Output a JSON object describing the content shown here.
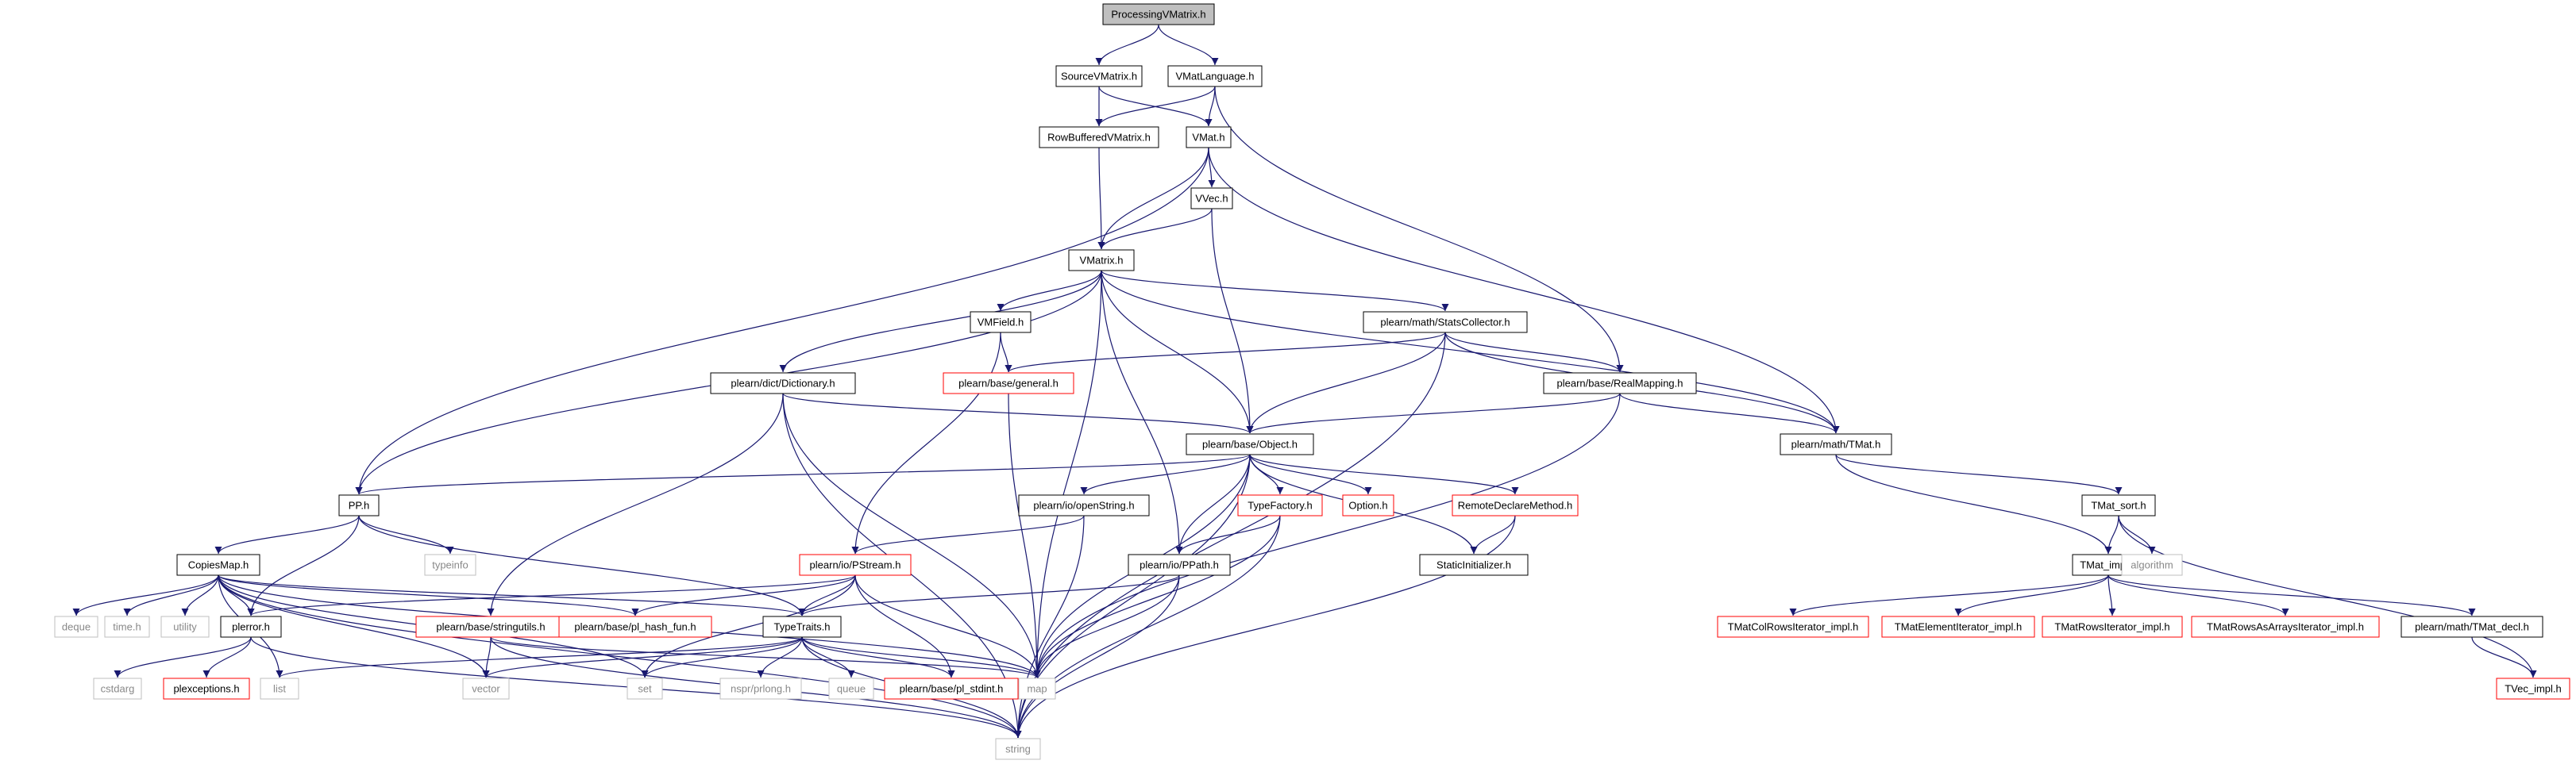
{
  "colors": {
    "edge": "#191970",
    "border_normal": "#000000",
    "border_truncated": "#ff0000",
    "border_external": "#bfbfbf",
    "root_fill": "#bfbfbf",
    "fill": "#ffffff",
    "text": "#000000",
    "text_external": "#888888"
  },
  "nodes": [
    {
      "id": "ProcessingVMatrix",
      "label": "ProcessingVMatrix.h",
      "kind": "root"
    },
    {
      "id": "SourceVMatrix",
      "label": "SourceVMatrix.h",
      "kind": "normal"
    },
    {
      "id": "VMatLanguage",
      "label": "VMatLanguage.h",
      "kind": "normal"
    },
    {
      "id": "RowBufferedVMatrix",
      "label": "RowBufferedVMatrix.h",
      "kind": "normal"
    },
    {
      "id": "VMat",
      "label": "VMat.h",
      "kind": "normal"
    },
    {
      "id": "VVec",
      "label": "VVec.h",
      "kind": "normal"
    },
    {
      "id": "VMatrix",
      "label": "VMatrix.h",
      "kind": "normal"
    },
    {
      "id": "VMField",
      "label": "VMField.h",
      "kind": "normal"
    },
    {
      "id": "StatsCollector",
      "label": "plearn/math/StatsCollector.h",
      "kind": "normal"
    },
    {
      "id": "Dictionary",
      "label": "plearn/dict/Dictionary.h",
      "kind": "normal"
    },
    {
      "id": "general",
      "label": "plearn/base/general.h",
      "kind": "truncated"
    },
    {
      "id": "RealMapping",
      "label": "plearn/base/RealMapping.h",
      "kind": "normal"
    },
    {
      "id": "Object",
      "label": "plearn/base/Object.h",
      "kind": "normal"
    },
    {
      "id": "TMat",
      "label": "plearn/math/TMat.h",
      "kind": "normal"
    },
    {
      "id": "PP",
      "label": "PP.h",
      "kind": "normal"
    },
    {
      "id": "openString",
      "label": "plearn/io/openString.h",
      "kind": "normal"
    },
    {
      "id": "TypeFactory",
      "label": "TypeFactory.h",
      "kind": "truncated"
    },
    {
      "id": "Option",
      "label": "Option.h",
      "kind": "truncated"
    },
    {
      "id": "RemoteDeclareMethod",
      "label": "RemoteDeclareMethod.h",
      "kind": "truncated"
    },
    {
      "id": "TMat_sort",
      "label": "TMat_sort.h",
      "kind": "normal"
    },
    {
      "id": "typeinfo",
      "label": "typeinfo",
      "kind": "external"
    },
    {
      "id": "StaticInitializer",
      "label": "StaticInitializer.h",
      "kind": "normal"
    },
    {
      "id": "CopiesMap",
      "label": "CopiesMap.h",
      "kind": "normal"
    },
    {
      "id": "PStream",
      "label": "plearn/io/PStream.h",
      "kind": "truncated"
    },
    {
      "id": "PPath",
      "label": "plearn/io/PPath.h",
      "kind": "normal"
    },
    {
      "id": "TMat_impl",
      "label": "TMat_impl.h",
      "kind": "normal"
    },
    {
      "id": "algorithm",
      "label": "algorithm",
      "kind": "external"
    },
    {
      "id": "deque",
      "label": "deque",
      "kind": "external"
    },
    {
      "id": "timeh",
      "label": "time.h",
      "kind": "external"
    },
    {
      "id": "utility",
      "label": "utility",
      "kind": "external"
    },
    {
      "id": "perror",
      "label": "plerror.h",
      "kind": "normal"
    },
    {
      "id": "stringutils",
      "label": "plearn/base/stringutils.h",
      "kind": "truncated"
    },
    {
      "id": "pl_hash_fun",
      "label": "plearn/base/pl_hash_fun.h",
      "kind": "truncated"
    },
    {
      "id": "TypeTraits",
      "label": "TypeTraits.h",
      "kind": "normal"
    },
    {
      "id": "TMatColRowsIterator",
      "label": "TMatColRowsIterator_impl.h",
      "kind": "truncated"
    },
    {
      "id": "TMatElementIterator",
      "label": "TMatElementIterator_impl.h",
      "kind": "truncated"
    },
    {
      "id": "TMatRowsIterator",
      "label": "TMatRowsIterator_impl.h",
      "kind": "truncated"
    },
    {
      "id": "TMatRowsAsArraysIterator",
      "label": "TMatRowsAsArraysIterator_impl.h",
      "kind": "truncated"
    },
    {
      "id": "TMat_decl",
      "label": "plearn/math/TMat_decl.h",
      "kind": "normal"
    },
    {
      "id": "cstdarg",
      "label": "cstdarg",
      "kind": "external"
    },
    {
      "id": "plexceptions",
      "label": "plexceptions.h",
      "kind": "truncated"
    },
    {
      "id": "list",
      "label": "list",
      "kind": "external"
    },
    {
      "id": "vector",
      "label": "vector",
      "kind": "external"
    },
    {
      "id": "set",
      "label": "set",
      "kind": "external"
    },
    {
      "id": "nsprlong",
      "label": "nspr/prlong.h",
      "kind": "external"
    },
    {
      "id": "queue",
      "label": "queue",
      "kind": "external"
    },
    {
      "id": "pl_stdint",
      "label": "plearn/base/pl_stdint.h",
      "kind": "truncated"
    },
    {
      "id": "map",
      "label": "map",
      "kind": "external"
    },
    {
      "id": "TVec_impl",
      "label": "TVec_impl.h",
      "kind": "truncated"
    },
    {
      "id": "string",
      "label": "string",
      "kind": "external"
    }
  ],
  "edges": [
    [
      "ProcessingVMatrix",
      "SourceVMatrix"
    ],
    [
      "ProcessingVMatrix",
      "VMatLanguage"
    ],
    [
      "SourceVMatrix",
      "RowBufferedVMatrix"
    ],
    [
      "SourceVMatrix",
      "VMat"
    ],
    [
      "VMatLanguage",
      "RowBufferedVMatrix"
    ],
    [
      "VMatLanguage",
      "VMat"
    ],
    [
      "VMatLanguage",
      "RealMapping"
    ],
    [
      "RowBufferedVMatrix",
      "VMatrix"
    ],
    [
      "VMat",
      "VVec"
    ],
    [
      "VMat",
      "VMatrix"
    ],
    [
      "VMat",
      "PP"
    ],
    [
      "VMat",
      "TMat"
    ],
    [
      "VVec",
      "VMatrix"
    ],
    [
      "VVec",
      "Object"
    ],
    [
      "VMatrix",
      "VMField"
    ],
    [
      "VMatrix",
      "StatsCollector"
    ],
    [
      "VMatrix",
      "Dictionary"
    ],
    [
      "VMatrix",
      "Object"
    ],
    [
      "VMatrix",
      "TMat"
    ],
    [
      "VMatrix",
      "PP"
    ],
    [
      "VMatrix",
      "PPath"
    ],
    [
      "VMatrix",
      "map"
    ],
    [
      "VMField",
      "general"
    ],
    [
      "VMField",
      "PStream"
    ],
    [
      "StatsCollector",
      "general"
    ],
    [
      "StatsCollector",
      "RealMapping"
    ],
    [
      "StatsCollector",
      "Object"
    ],
    [
      "StatsCollector",
      "TMat"
    ],
    [
      "StatsCollector",
      "string"
    ],
    [
      "Dictionary",
      "Object"
    ],
    [
      "Dictionary",
      "stringutils"
    ],
    [
      "Dictionary",
      "map"
    ],
    [
      "Dictionary",
      "string"
    ],
    [
      "general",
      "map"
    ],
    [
      "RealMapping",
      "Object"
    ],
    [
      "RealMapping",
      "TMat"
    ],
    [
      "RealMapping",
      "map"
    ],
    [
      "Object",
      "PP"
    ],
    [
      "Object",
      "openString"
    ],
    [
      "Object",
      "TypeFactory"
    ],
    [
      "Object",
      "Option"
    ],
    [
      "Object",
      "RemoteDeclareMethod"
    ],
    [
      "Object",
      "StaticInitializer"
    ],
    [
      "Object",
      "PPath"
    ],
    [
      "Object",
      "map"
    ],
    [
      "Object",
      "string"
    ],
    [
      "TMat",
      "TMat_sort"
    ],
    [
      "TMat",
      "TMat_impl"
    ],
    [
      "PP",
      "typeinfo"
    ],
    [
      "PP",
      "CopiesMap"
    ],
    [
      "PP",
      "perror"
    ],
    [
      "PP",
      "TypeTraits"
    ],
    [
      "openString",
      "PStream"
    ],
    [
      "openString",
      "string"
    ],
    [
      "TypeFactory",
      "PPath"
    ],
    [
      "TypeFactory",
      "map"
    ],
    [
      "TypeFactory",
      "string"
    ],
    [
      "RemoteDeclareMethod",
      "StaticInitializer"
    ],
    [
      "RemoteDeclareMethod",
      "string"
    ],
    [
      "TMat_sort",
      "TMat_impl"
    ],
    [
      "TMat_sort",
      "algorithm"
    ],
    [
      "TMat_sort",
      "TVec_impl"
    ],
    [
      "CopiesMap",
      "deque"
    ],
    [
      "CopiesMap",
      "timeh"
    ],
    [
      "CopiesMap",
      "utility"
    ],
    [
      "CopiesMap",
      "perror"
    ],
    [
      "CopiesMap",
      "pl_hash_fun"
    ],
    [
      "CopiesMap",
      "TypeTraits"
    ],
    [
      "CopiesMap",
      "list"
    ],
    [
      "CopiesMap",
      "vector"
    ],
    [
      "CopiesMap",
      "set"
    ],
    [
      "CopiesMap",
      "map"
    ],
    [
      "CopiesMap",
      "string"
    ],
    [
      "PStream",
      "perror"
    ],
    [
      "PStream",
      "pl_hash_fun"
    ],
    [
      "PStream",
      "TypeTraits"
    ],
    [
      "PStream",
      "set"
    ],
    [
      "PStream",
      "pl_stdint"
    ],
    [
      "PStream",
      "map"
    ],
    [
      "PPath",
      "TypeTraits"
    ],
    [
      "PPath",
      "map"
    ],
    [
      "PPath",
      "string"
    ],
    [
      "TMat_impl",
      "TMatColRowsIterator"
    ],
    [
      "TMat_impl",
      "TMatElementIterator"
    ],
    [
      "TMat_impl",
      "TMatRowsIterator"
    ],
    [
      "TMat_impl",
      "TMatRowsAsArraysIterator"
    ],
    [
      "TMat_impl",
      "TMat_decl"
    ],
    [
      "perror",
      "cstdarg"
    ],
    [
      "perror",
      "plexceptions"
    ],
    [
      "perror",
      "string"
    ],
    [
      "stringutils",
      "vector"
    ],
    [
      "stringutils",
      "map"
    ],
    [
      "stringutils",
      "string"
    ],
    [
      "TypeTraits",
      "list"
    ],
    [
      "TypeTraits",
      "vector"
    ],
    [
      "TypeTraits",
      "set"
    ],
    [
      "TypeTraits",
      "nsprlong"
    ],
    [
      "TypeTraits",
      "queue"
    ],
    [
      "TypeTraits",
      "pl_stdint"
    ],
    [
      "TypeTraits",
      "map"
    ],
    [
      "TypeTraits",
      "string"
    ],
    [
      "TMat_decl",
      "TVec_impl"
    ]
  ]
}
